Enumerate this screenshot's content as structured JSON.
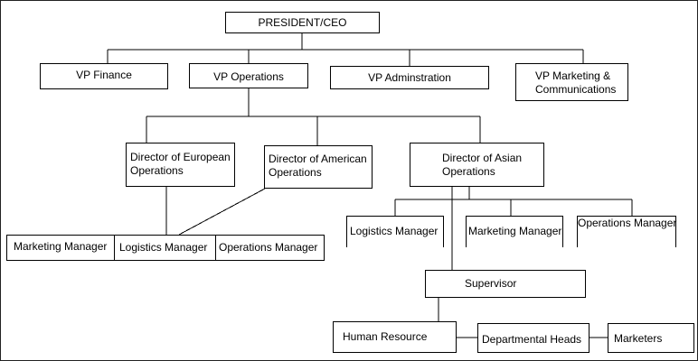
{
  "president": "PRESIDENT/CEO",
  "vp_finance": "VP Finance",
  "vp_operations": "VP Operations",
  "vp_administration": "VP Adminstration",
  "vp_marketing": [
    "VP Marketing &",
    "Communications"
  ],
  "dir_european": [
    "Director of European",
    "Operations"
  ],
  "dir_american": [
    "Director of American",
    "Operations"
  ],
  "dir_asian": [
    "Director of Asian",
    "Operations"
  ],
  "eu_marketing_manager": "Marketing Manager",
  "eu_logistics_manager": "Logistics Manager",
  "eu_operations_manager": "Operations Manager",
  "asia_logistics_manager": "Logistics Manager",
  "asia_marketing_manager": "Marketing Manager",
  "asia_operations_manager": "Operations Manager",
  "supervisor": "Supervisor",
  "human_resource": "Human Resource",
  "departmental_heads": "Departmental Heads",
  "marketers": "Marketers"
}
